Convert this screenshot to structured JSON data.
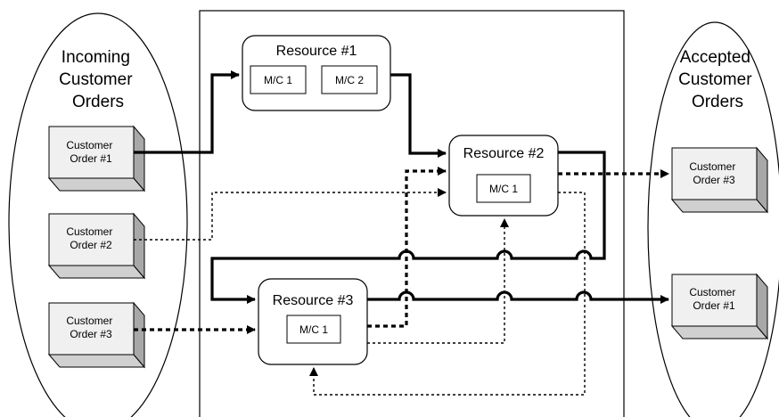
{
  "incoming": {
    "title": [
      "Incoming",
      "Customer",
      "Orders"
    ]
  },
  "accepted": {
    "title": [
      "Accepted",
      "Customer",
      "Orders"
    ]
  },
  "resources": {
    "r1": {
      "name": "Resource #1",
      "machines": [
        "M/C 1",
        "M/C 2"
      ]
    },
    "r2": {
      "name": "Resource #2",
      "machines": [
        "M/C 1"
      ]
    },
    "r3": {
      "name": "Resource #3",
      "machines": [
        "M/C 1"
      ]
    }
  },
  "orders_in": [
    {
      "line1": "Customer",
      "line2": "Order #1"
    },
    {
      "line1": "Customer",
      "line2": "Order #2"
    },
    {
      "line1": "Customer",
      "line2": "Order #3"
    }
  ],
  "orders_out": [
    {
      "line1": "Customer",
      "line2": "Order #3"
    },
    {
      "line1": "Customer",
      "line2": "Order #1"
    }
  ],
  "legend_styles": {
    "order1": "solid",
    "order2": "dotted-thin",
    "order3": "dashed-thick"
  }
}
